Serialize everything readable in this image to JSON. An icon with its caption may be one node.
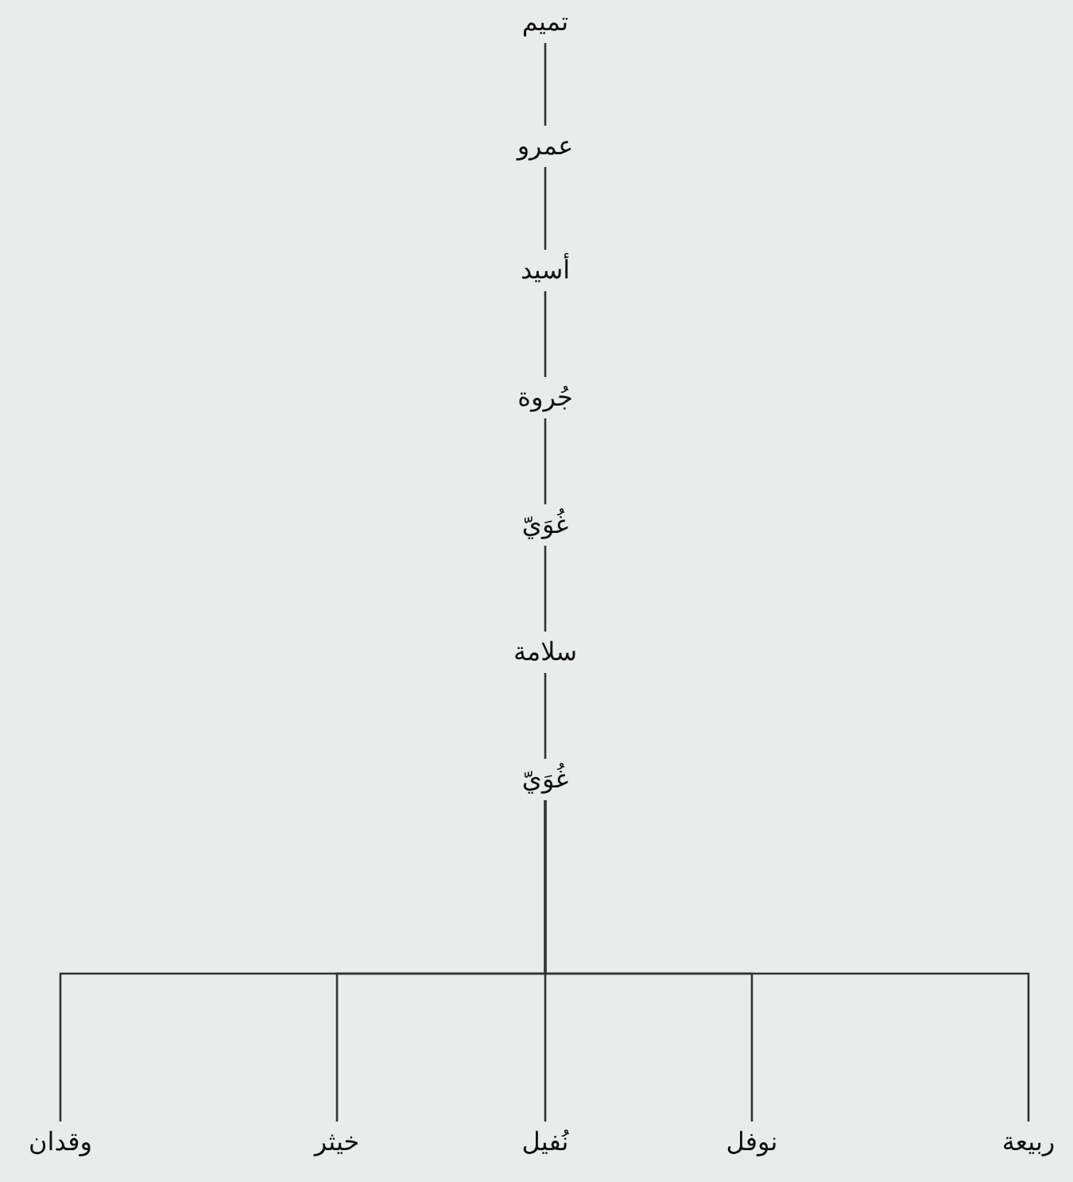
{
  "diagram": {
    "nodes": [
      {
        "text": [
          "تميم"
        ]
      },
      {
        "text": [
          "عمرو"
        ]
      },
      {
        "text": [
          "أسيد"
        ]
      },
      {
        "text": [
          "جُروة"
        ]
      },
      {
        "text": [
          "غُوَيّ"
        ]
      },
      {
        "text": [
          "سلامة"
        ]
      },
      {
        "text": [
          "غُوَيّ"
        ]
      },
      {
        "text": [
          "وقدان"
        ]
      },
      {
        "text": [
          "خيثر"
        ]
      },
      {
        "text": [
          "نُفيل"
        ]
      },
      {
        "text": [
          "نوفل"
        ]
      },
      {
        "text": [
          "ربيعة"
        ]
      }
    ],
    "edges": [
      {
        "from": 0,
        "to": 1,
        "arrow": "none"
      },
      {
        "from": 1,
        "to": 2,
        "arrow": "none"
      },
      {
        "from": 2,
        "to": 3,
        "arrow": "none"
      },
      {
        "from": 3,
        "to": 4,
        "arrow": "none"
      },
      {
        "from": 4,
        "to": 5,
        "arrow": "none"
      },
      {
        "from": 5,
        "to": 6,
        "arrow": "none"
      },
      {
        "from": 6,
        "to": 7,
        "arrow": "none"
      },
      {
        "from": 6,
        "to": 8,
        "arrow": "none"
      },
      {
        "from": 6,
        "to": 9,
        "arrow": "none"
      },
      {
        "from": 6,
        "to": 10,
        "arrow": "none"
      },
      {
        "from": 6,
        "to": 11,
        "arrow": "none"
      }
    ]
  }
}
